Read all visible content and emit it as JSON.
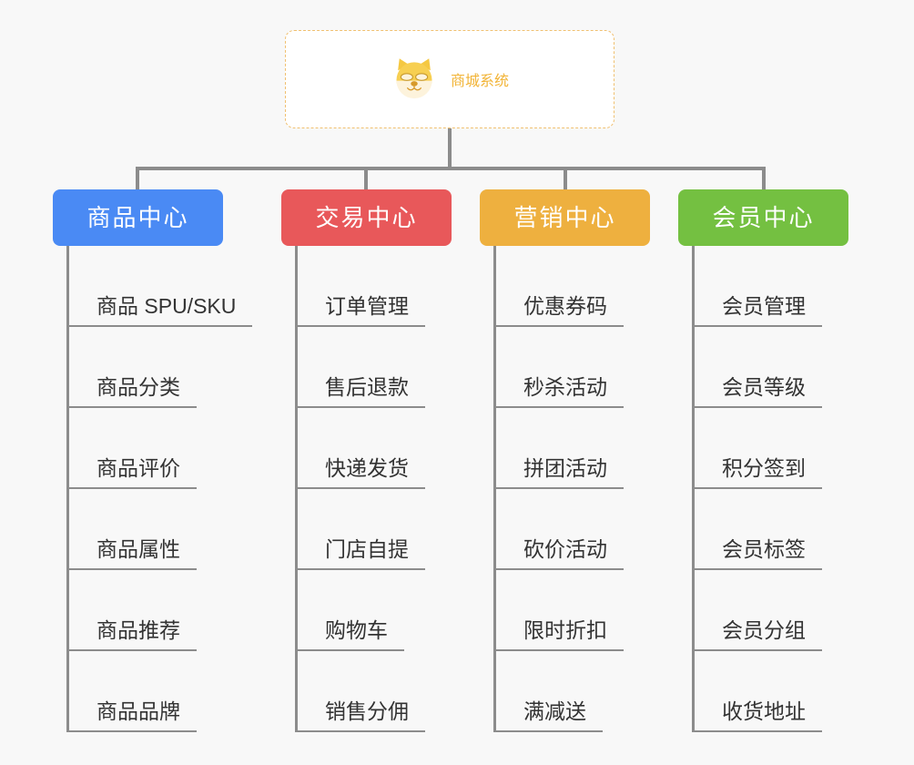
{
  "diagram": {
    "type": "org-chart",
    "background_color": "#f8f8f8",
    "root": {
      "title": "商城系统",
      "icon": "shiba-dog-icon",
      "text_color": "#f2b437",
      "border_color": "#f0c070",
      "background_color": "#ffffff"
    },
    "connector_color": "#8c8c8c",
    "columns": [
      {
        "label": "商品中心",
        "color": "#4a8af4",
        "items": [
          "商品 SPU/SKU",
          "商品分类",
          "商品评价",
          "商品属性",
          "商品推荐",
          "商品品牌"
        ]
      },
      {
        "label": "交易中心",
        "color": "#e8585a",
        "items": [
          "订单管理",
          "售后退款",
          "快递发货",
          "门店自提",
          "购物车",
          "销售分佣"
        ]
      },
      {
        "label": "营销中心",
        "color": "#eeb03f",
        "items": [
          "优惠券码",
          "秒杀活动",
          "拼团活动",
          "砍价活动",
          "限时折扣",
          "满减送"
        ]
      },
      {
        "label": "会员中心",
        "color": "#74c041",
        "items": [
          "会员管理",
          "会员等级",
          "积分签到",
          "会员标签",
          "会员分组",
          "收货地址"
        ]
      }
    ]
  }
}
